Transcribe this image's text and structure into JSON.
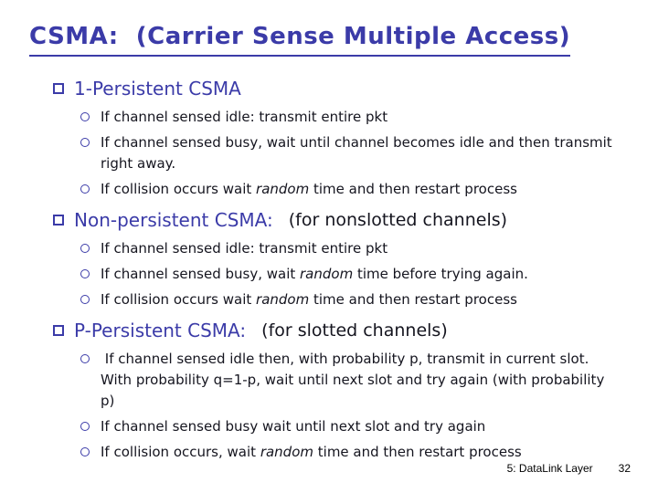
{
  "colors": {
    "accent_blue": "#3b3ba8",
    "body_text": "#15151f",
    "footer_text": "#000000",
    "background": "#ffffff"
  },
  "slide": {
    "title": "CSMA:  (Carrier Sense Multiple Access)",
    "sections": [
      {
        "heading": "1-Persistent CSMA",
        "heading_suffix": "",
        "items": [
          {
            "segments": [
              {
                "text": "If channel sensed idle: transmit entire pkt",
                "italic": false
              }
            ]
          },
          {
            "segments": [
              {
                "text": "If channel sensed busy, wait until channel becomes idle and then transmit right away.",
                "italic": false
              }
            ]
          },
          {
            "segments": [
              {
                "text": "If collision occurs wait ",
                "italic": false
              },
              {
                "text": "random",
                "italic": true
              },
              {
                "text": " time and then restart process",
                "italic": false
              }
            ]
          }
        ]
      },
      {
        "heading": "Non-persistent CSMA:",
        "heading_suffix": " (for nonslotted channels)",
        "items": [
          {
            "segments": [
              {
                "text": "If channel sensed idle: transmit entire pkt",
                "italic": false
              }
            ]
          },
          {
            "segments": [
              {
                "text": "If channel sensed busy, wait ",
                "italic": false
              },
              {
                "text": "random",
                "italic": true
              },
              {
                "text": " time before trying again.",
                "italic": false
              }
            ]
          },
          {
            "segments": [
              {
                "text": "If collision occurs wait ",
                "italic": false
              },
              {
                "text": "random",
                "italic": true
              },
              {
                "text": " time and then restart process",
                "italic": false
              }
            ]
          }
        ]
      },
      {
        "heading": "P-Persistent CSMA:",
        "heading_suffix": " (for slotted channels)",
        "items": [
          {
            "segments": [
              {
                "text": " If channel sensed idle then, with probability p, transmit in current slot.  With probability q=1-p, wait until next slot and try again (with probability p)",
                "italic": false
              }
            ]
          },
          {
            "segments": [
              {
                "text": "If channel sensed busy wait until next slot and try again",
                "italic": false
              }
            ]
          },
          {
            "segments": [
              {
                "text": "If collision occurs, wait ",
                "italic": false
              },
              {
                "text": "random",
                "italic": true
              },
              {
                "text": " time and then restart process",
                "italic": false
              }
            ]
          }
        ]
      }
    ],
    "footer": {
      "course_label": "5: DataLink Layer",
      "page_number": "32"
    }
  }
}
